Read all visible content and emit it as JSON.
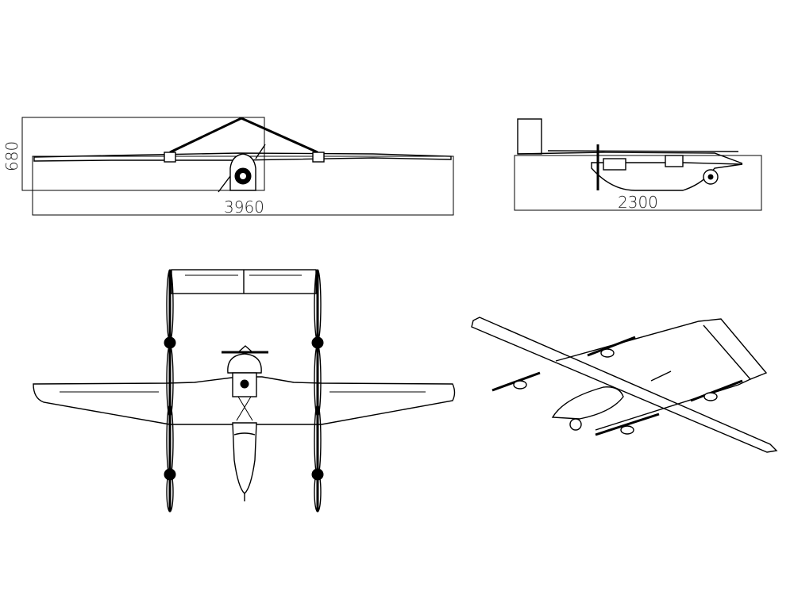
{
  "figure": {
    "title": "",
    "subject": "VTOL fixed-wing UAV three-view drawing",
    "views": [
      {
        "name": "front-view",
        "dimensions": {
          "width_label": "3960",
          "height_label": "680"
        }
      },
      {
        "name": "side-view",
        "dimensions": {
          "length_label": "2300"
        }
      },
      {
        "name": "top-view"
      },
      {
        "name": "isometric-view"
      }
    ]
  },
  "labels": {
    "front_width": "3960",
    "front_height": "680",
    "side_length": "2300"
  },
  "colors": {
    "line": "#000000",
    "background": "#ffffff"
  }
}
